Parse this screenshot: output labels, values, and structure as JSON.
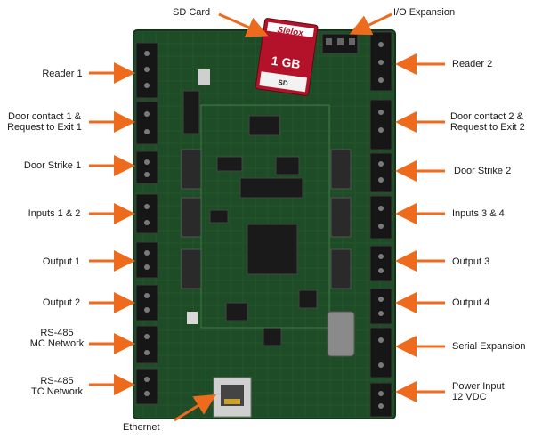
{
  "labels": {
    "reader1": "Reader 1",
    "door_contact1_line1": "Door contact 1 &",
    "door_contact1_line2": "Request to Exit 1",
    "door_strike1": "Door Strike 1",
    "inputs_1_2": "Inputs 1 & 2",
    "output1": "Output  1",
    "output2": "Output  2",
    "rs485_mc_line1": "RS-485",
    "rs485_mc_line2": "MC Network",
    "rs485_tc_line1": "RS-485",
    "rs485_tc_line2": "TC Network",
    "sd_card": "SD Card",
    "io_expansion": "I/O Expansion",
    "reader2": "Reader 2",
    "door_contact2_line1": "Door contact 2 &",
    "door_contact2_line2": "Request to Exit 2",
    "door_strike2": "Door Strike 2",
    "inputs_3_4": "Inputs 3 & 4",
    "output3": "Output 3",
    "output4": "Output 4",
    "serial_expansion": "Serial Expansion",
    "power_line1": "Power Input",
    "power_line2": "12 VDC",
    "ethernet": "Ethernet"
  },
  "sd_card": {
    "brand": "Sielox",
    "capacity": "1 GB"
  },
  "colors": {
    "arrow": "#ee6a1c",
    "board": "#1f4a26",
    "connector": "#1c1c1c",
    "sd_card": "#b3122a"
  }
}
